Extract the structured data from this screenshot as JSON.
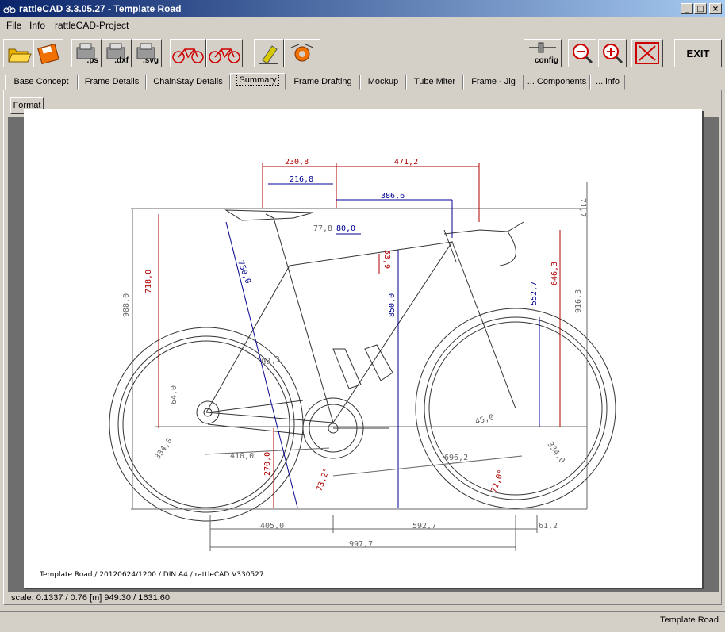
{
  "window": {
    "title": "rattleCAD  3.3.05.27 - Template Road"
  },
  "menu": [
    "File",
    "Info",
    "rattleCAD-Project"
  ],
  "toolbar": {
    "ps": ".ps",
    "dxf": ".dxf",
    "svg": ".svg",
    "config": "config",
    "exit": "EXIT"
  },
  "tabs": [
    {
      "label": "Base Concept",
      "active": false
    },
    {
      "label": "Frame Details",
      "active": false
    },
    {
      "label": "ChainStay Details",
      "active": false
    },
    {
      "label": "Summary",
      "active": true
    },
    {
      "label": "Frame Drafting",
      "active": false
    },
    {
      "label": "Mockup",
      "active": false
    },
    {
      "label": "Tube Miter",
      "active": false
    },
    {
      "label": "Frame - Jig",
      "active": false
    },
    {
      "label": "... Components",
      "active": false
    },
    {
      "label": "... info",
      "active": false
    }
  ],
  "format_button": "Format",
  "drawing": {
    "dims": {
      "d230": "230,8",
      "d471": "471,2",
      "d216": "216,8",
      "d386": "386,6",
      "d77": "77,8",
      "d80": "80,0",
      "d53": "53,9",
      "d71": "71,7",
      "d718": "718,0",
      "d750": "750,0",
      "d850": "850,0",
      "d552": "552,7",
      "d646": "646,3",
      "d916": "916,3",
      "d988": "988,0",
      "d64": "64,0",
      "d93": "93,3",
      "d45": "45,0",
      "d334l": "334,0",
      "d334r": "334,0",
      "d410": "410,0",
      "d270": "270,0",
      "d696": "696,2",
      "a732": "73,2°",
      "a720": "72,0°",
      "d405": "405,0",
      "d592": "592,7",
      "d61": "61,2",
      "d997": "997,7"
    },
    "footer": "Template Road   /   20120624/1200   /  DIN A4  /   rattleCAD   V330527"
  },
  "status": {
    "scale": "scale: 0.1337 / 0.76  [m]  949.30 / 1631.60",
    "right": "Template Road"
  },
  "colors": {
    "red": "#b00000",
    "blue": "#000090",
    "gray": "#888888",
    "title_start": "#0a246a",
    "title_end": "#a6caf0"
  }
}
